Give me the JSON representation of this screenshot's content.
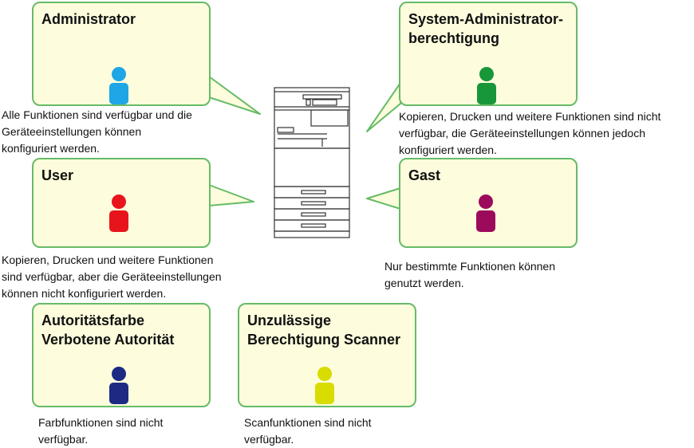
{
  "roles": [
    {
      "id": "administrator",
      "title": [
        "Administrator"
      ],
      "color": "#1ea6e6",
      "description": [
        "Alle Funktionen sind verfügbar und die",
        "Geräteeinstellungen können",
        "konfiguriert werden."
      ]
    },
    {
      "id": "system-admin",
      "title": [
        "System-Administrator-",
        "berechtigung"
      ],
      "color": "#18963a",
      "description": [
        "Kopieren, Drucken und weitere Funktionen sind nicht",
        "verfügbar, die Geräteeinstellungen können jedoch",
        "konfiguriert werden."
      ]
    },
    {
      "id": "user",
      "title": [
        "User"
      ],
      "color": "#e8141c",
      "description": [
        "Kopieren, Drucken und weitere Funktionen",
        "sind verfügbar, aber die Geräteeinstellungen",
        "können nicht konfiguriert werden."
      ]
    },
    {
      "id": "gast",
      "title": [
        "Gast"
      ],
      "color": "#9c0a5c",
      "description": [
        "Nur bestimmte Funktionen können",
        "genutzt werden."
      ]
    },
    {
      "id": "color-restricted",
      "title": [
        "Autoritätsfarbe",
        "Verbotene Autorität"
      ],
      "color": "#1c2a84",
      "description": [
        "Farbfunktionen sind nicht",
        "verfügbar."
      ]
    },
    {
      "id": "scanner-restricted",
      "title": [
        "Unzulässige",
        "Berechtigung Scanner"
      ],
      "color": "#d8dc00",
      "description": [
        "Scanfunktionen sind nicht",
        "verfügbar."
      ]
    }
  ]
}
